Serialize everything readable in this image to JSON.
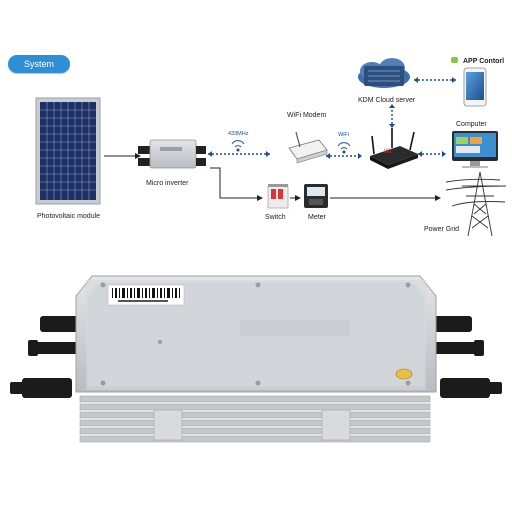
{
  "badge": "System",
  "labels": {
    "pv": "Photovoltaic module",
    "inverter": "Micro inverter",
    "freq": "433MHz",
    "modem": "WiFi Modem",
    "wifi": "WiFi",
    "cloud": "KDM Cloud server",
    "app": "APP Contorl",
    "computer": "Computer",
    "switch": "Switch",
    "meter": "Meter",
    "grid": "Power Grid"
  },
  "colors": {
    "badge": "#2f8fd6",
    "link": "#1b4f9c",
    "panel": "#1d2f63",
    "frame": "#c8ccd2",
    "housing": "#cfd2d6"
  }
}
